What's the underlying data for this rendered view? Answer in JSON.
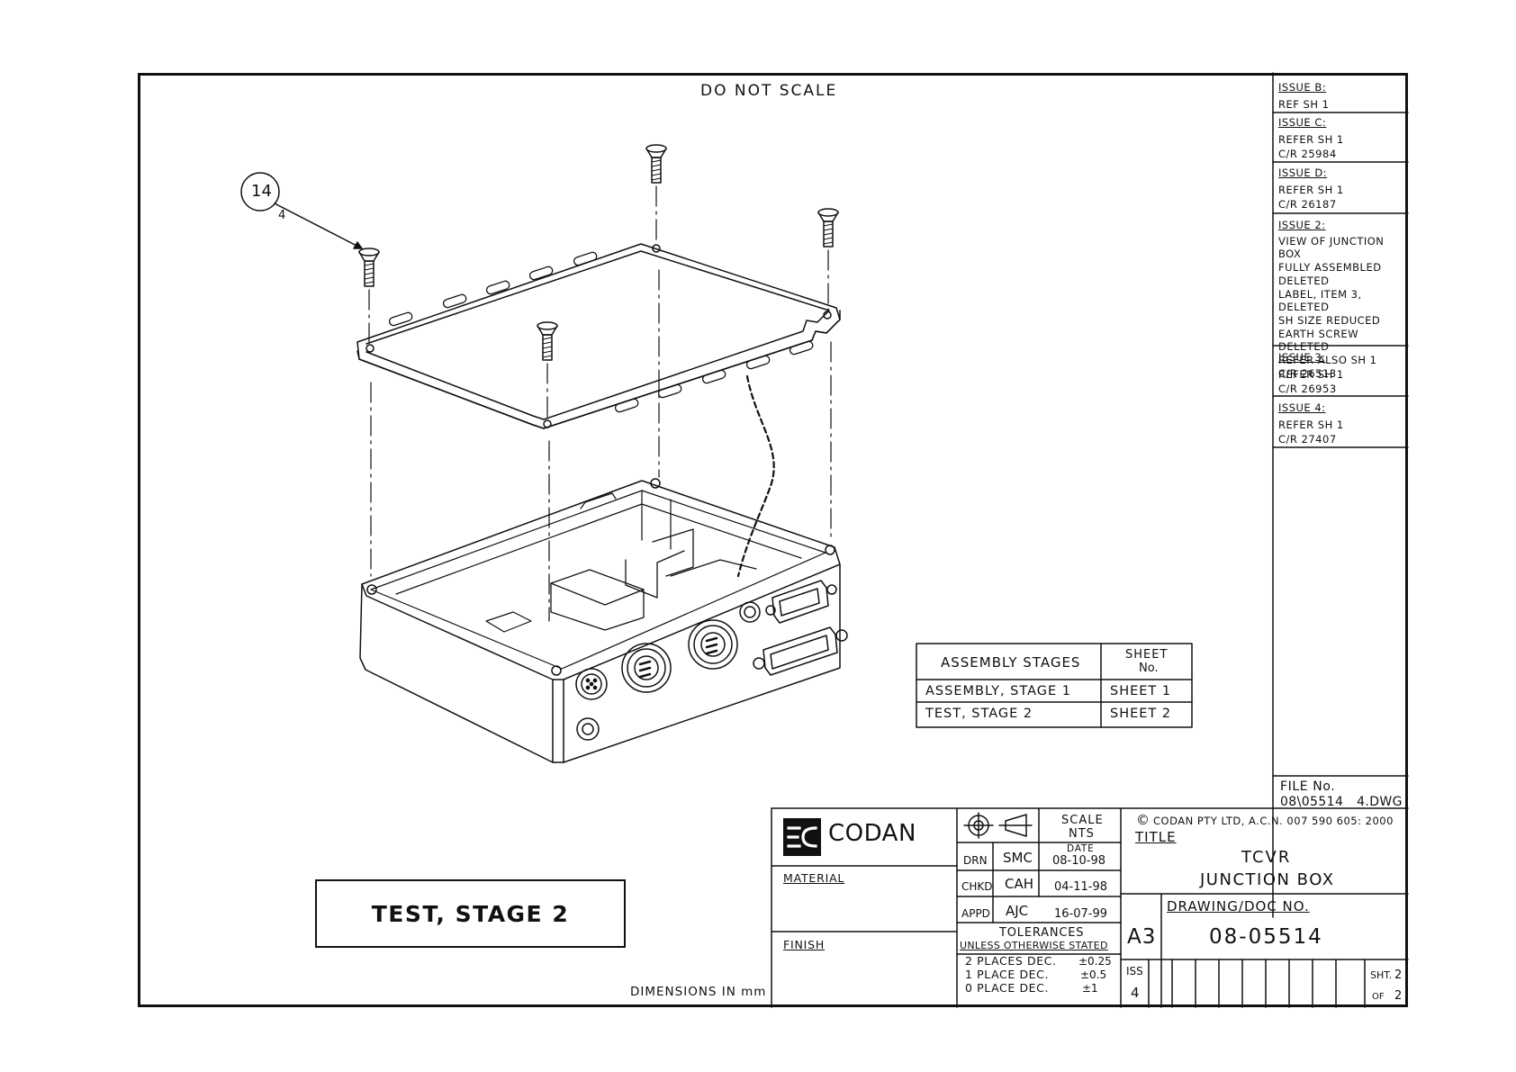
{
  "sheet": {
    "do_not_scale": "DO NOT SCALE",
    "dimensions_note": "DIMENSIONS IN mm",
    "stage_stamp": "TEST, STAGE 2"
  },
  "callout": {
    "item": "14",
    "qty": "4"
  },
  "revisions": [
    {
      "issue": "ISSUE B:",
      "lines": [
        "REF SH 1"
      ]
    },
    {
      "issue": "ISSUE C:",
      "lines": [
        "REFER SH 1",
        "C/R 25984"
      ]
    },
    {
      "issue": "ISSUE D:",
      "lines": [
        "REFER SH 1",
        "C/R 26187"
      ]
    },
    {
      "issue": "ISSUE 2:",
      "lines": [
        "VIEW OF JUNCTION BOX",
        "FULLY ASSEMBLED",
        "DELETED",
        "LABEL, ITEM 3, DELETED",
        "SH SIZE REDUCED",
        "EARTH SCREW DELETED",
        "REFER ALSO SH 1",
        "C/R 26513"
      ]
    },
    {
      "issue": "ISSUE 3:",
      "lines": [
        "REFER SH 1",
        "C/R 26953"
      ]
    },
    {
      "issue": "ISSUE 4:",
      "lines": [
        "REFER SH 1",
        "C/R 27407"
      ]
    }
  ],
  "file_no": {
    "label": "FILE No.",
    "value": "08\\05514__4.DWG"
  },
  "assembly_table": {
    "header_stages": "ASSEMBLY STAGES",
    "header_sheet_line1": "SHEET",
    "header_sheet_line2": "No.",
    "rows": [
      {
        "stage": "ASSEMBLY, STAGE 1",
        "sheet": "SHEET 1"
      },
      {
        "stage": "TEST, STAGE 2",
        "sheet": "SHEET 2"
      }
    ]
  },
  "title_block": {
    "company": "CODAN",
    "material_label": "MATERIAL",
    "finish_label": "FINISH",
    "scale_label": "SCALE",
    "scale_value": "NTS",
    "date_label": "DATE",
    "drn_label": "DRN",
    "drn_initials": "SMC",
    "drn_date": "08-10-98",
    "chkd_label": "CHKD",
    "chkd_initials": "CAH",
    "chkd_date": "04-11-98",
    "appd_label": "APPD",
    "appd_initials": "AJC",
    "appd_date": "16-07-99",
    "tolerances_label": "TOLERANCES",
    "tolerances_sub": "UNLESS OTHERWISE STATED",
    "tol_rows": [
      {
        "label": "2 PLACES DEC.",
        "value": "±0.25"
      },
      {
        "label": "1 PLACE DEC.",
        "value": "±0.5"
      },
      {
        "label": "0 PLACE DEC.",
        "value": "±1"
      }
    ],
    "copyright_symbol": "©",
    "copyright": "CODAN  PTY LTD, A.C.N. 007 590 605:  2000",
    "title_label": "TITLE",
    "title_line1": "TCVR",
    "title_line2": "JUNCTION BOX",
    "drawing_no_label": "DRAWING/DOC NO.",
    "drawing_no": "08-05514",
    "sheet_size": "A3",
    "iss_label": "ISS",
    "iss_value": "4",
    "sht_label": "SHT.",
    "sht_value": "2",
    "of_label": "OF",
    "of_value": "2"
  }
}
